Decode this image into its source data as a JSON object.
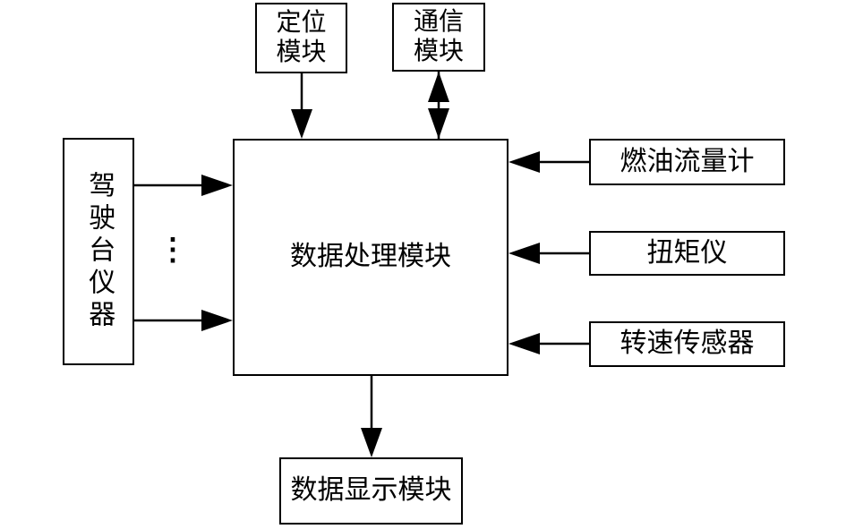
{
  "diagram": {
    "title": "ship monitoring system block diagram",
    "nodes": {
      "positioning": {
        "label": "定位模块"
      },
      "communication": {
        "label": "通信模块"
      },
      "bridge_instruments": {
        "label": "驾驶台仪器"
      },
      "data_processing": {
        "label": "数据处理模块"
      },
      "fuel_flow_meter": {
        "label": "燃油流量计"
      },
      "torque_meter": {
        "label": "扭矩仪"
      },
      "speed_sensor": {
        "label": "转速传感器"
      },
      "data_display": {
        "label": "数据显示模块"
      }
    },
    "ellipsis_symbol": "⋮",
    "edges": [
      {
        "from": "positioning",
        "to": "data_processing",
        "direction": "one-way"
      },
      {
        "from": "communication",
        "to": "data_processing",
        "direction": "two-way"
      },
      {
        "from": "bridge_instruments",
        "to": "data_processing",
        "direction": "one-way",
        "count": 2
      },
      {
        "from": "fuel_flow_meter",
        "to": "data_processing",
        "direction": "one-way"
      },
      {
        "from": "torque_meter",
        "to": "data_processing",
        "direction": "one-way"
      },
      {
        "from": "speed_sensor",
        "to": "data_processing",
        "direction": "one-way"
      },
      {
        "from": "data_processing",
        "to": "data_display",
        "direction": "one-way"
      }
    ],
    "colors": {
      "line": "#000000",
      "box_fill": "#ffffff",
      "background": "#ffffff",
      "text": "#000000"
    }
  }
}
